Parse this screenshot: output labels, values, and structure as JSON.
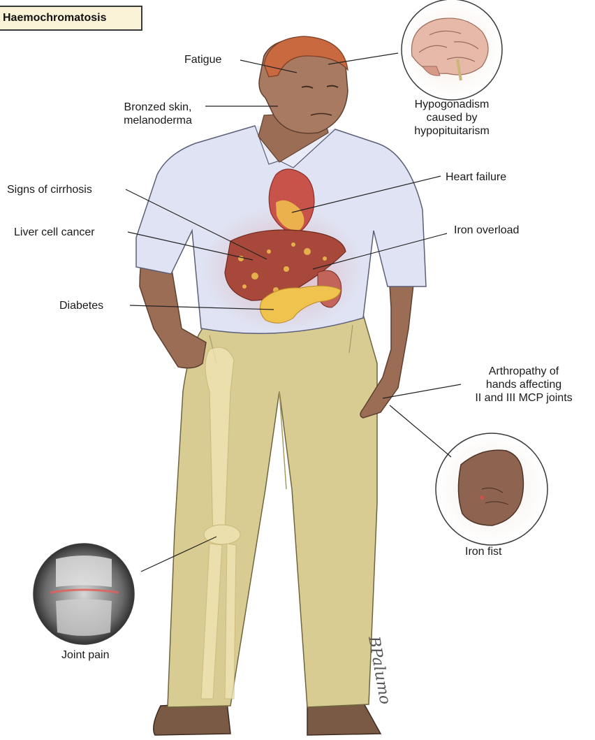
{
  "title": "Haemochromatosis",
  "labels": {
    "fatigue": "Fatigue",
    "bronzed_skin": [
      "Bronzed skin,",
      "melanoderma"
    ],
    "hypogonadism": [
      "Hypogonadism",
      "caused by",
      "hypopituitarism"
    ],
    "signs_of_cirrhosis": "Signs of cirrhosis",
    "heart_failure": "Heart failure",
    "liver_cell_cancer": "Liver cell cancer",
    "iron_overload": "Iron overload",
    "diabetes": "Diabetes",
    "arthropathy": [
      "Arthropathy of",
      "hands affecting",
      "II and III MCP joints"
    ],
    "iron_fist": "Iron fist",
    "joint_pain": "Joint pain"
  },
  "signature": "BPalumo",
  "colors": {
    "shirt": "#dfe3f3",
    "trousers": "#d9cc92",
    "skin": "#9c6d55",
    "hair": "#c8693f",
    "liver": "#a8483a",
    "heart": "#c7534b",
    "pancreas": "#f0c24e",
    "title_bg": "#fbf3d8"
  }
}
